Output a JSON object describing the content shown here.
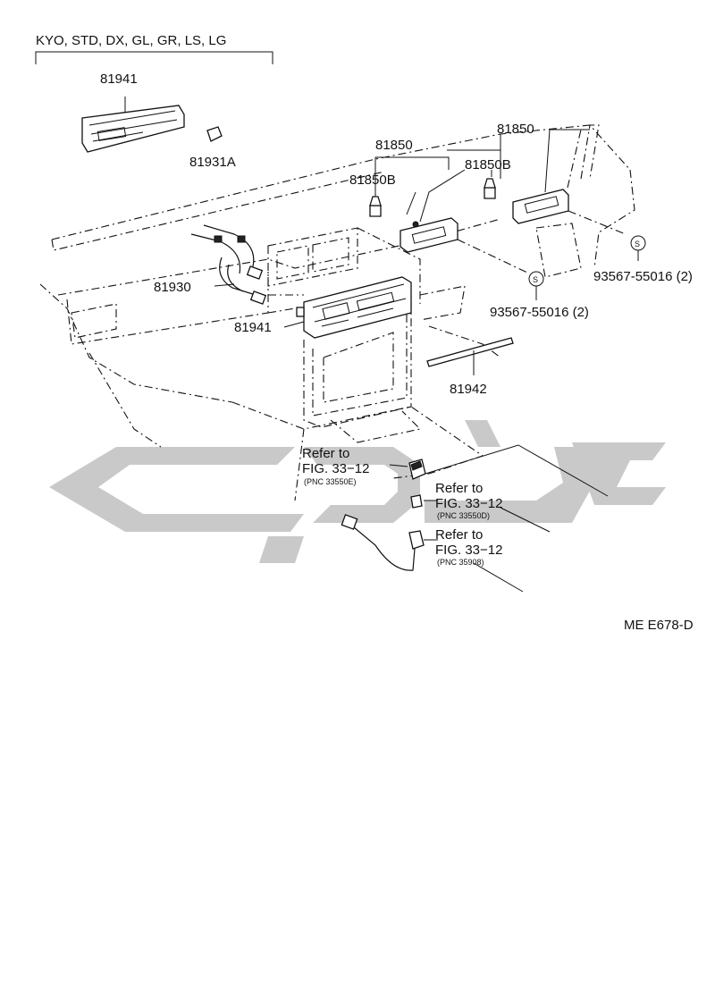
{
  "diagram": {
    "variant_header": "KYO, STD, DX, GL, GR, LS, LG",
    "figure_code": "ME E678-D",
    "parts": {
      "p81941_top": "81941",
      "p81931A": "81931A",
      "p81850_left": "81850",
      "p81850_right": "81850",
      "p81850B_left": "81850B",
      "p81850B_right": "81850B",
      "p81930": "81930",
      "p81941_mid": "81941",
      "p81942": "81942",
      "screw_right": "93567-55016 (2)",
      "screw_left": "93567-55016 (2)"
    },
    "screw_symbol": "S",
    "references": [
      {
        "line1": "Refer to",
        "line2": "FIG. 33−12",
        "pnc": "(PNC 33550E)"
      },
      {
        "line1": "Refer to",
        "line2": "FIG. 33−12",
        "pnc": "(PNC 33550D)"
      },
      {
        "line1": "Refer to",
        "line2": "FIG. 33−12",
        "pnc": "(PNC 35908)"
      }
    ]
  }
}
